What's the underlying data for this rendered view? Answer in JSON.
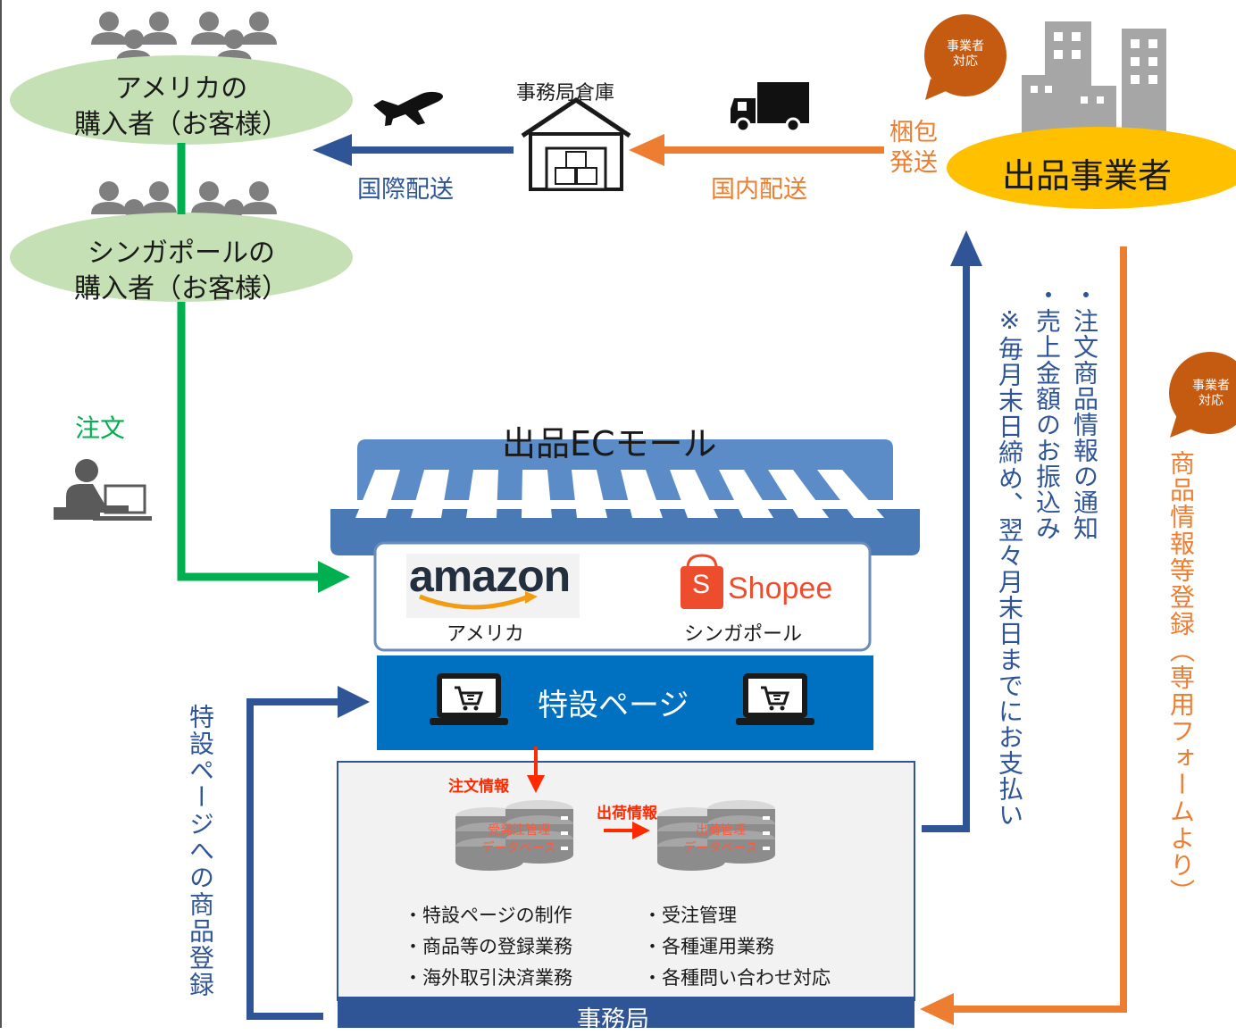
{
  "colors": {
    "orange": "#ed7d31",
    "blue": "#2f5597",
    "green": "#00b050",
    "red": "#ff2a00",
    "ellipse_green": "#c5e0b4",
    "gold": "#ffc000",
    "special_page_blue": "#0070c0",
    "office_bar_blue": "#2f5597",
    "bubble": "#c55a11",
    "icon_gray": "#7f7f7f"
  },
  "buyers": {
    "america": {
      "line1": "アメリカの",
      "line2": "購入者（お客様）"
    },
    "singapore": {
      "line1": "シンガポールの",
      "line2": "購入者（お客様）"
    }
  },
  "order_label": "注文",
  "warehouse": {
    "title": "事務局倉庫"
  },
  "shipping": {
    "international": "国際配送",
    "domestic": "国内配送",
    "pack_ship_1": "梱包",
    "pack_ship_2": "発送"
  },
  "seller": {
    "label": "出品事業者",
    "bubble_1": "事業者",
    "bubble_2": "対応"
  },
  "mall": {
    "title": "出品ECモール",
    "amazon_logo": "amazon",
    "amazon_region": "アメリカ",
    "shopee_logo": "Shopee",
    "shopee_s": "S",
    "shopee_region": "シンガポール"
  },
  "special_page": {
    "label": "特設ページ"
  },
  "office": {
    "order_info": "注文情報",
    "shipping_info": "出荷情報",
    "db1_line1": "受発注管理",
    "db1_line2": "データベース",
    "db2_line1": "出荷管理",
    "db2_line2": "データベース",
    "tasks_left": [
      "・特設ページの制作",
      "・商品等の登録業務",
      "・海外取引決済業務"
    ],
    "tasks_right": [
      "・受注管理",
      "・各種運用業務",
      "・各種問い合わせ対応"
    ],
    "label": "事務局"
  },
  "left_vertical": "特設ページへの商品登録",
  "payment": {
    "line1": "・注文商品情報の通知",
    "line2": "・売上金額のお振込み",
    "line3": "※毎月末日締め、翌々月末日までにお支払い"
  },
  "registration": {
    "text": "商品情報等登録（専用フォームより）",
    "bubble_1": "事業者",
    "bubble_2": "対応"
  },
  "icons": {
    "people": "people-group-icon",
    "airplane": "airplane-icon",
    "truck": "truck-icon",
    "warehouse": "warehouse-icon",
    "buildings": "office-buildings-icon",
    "user_pc": "user-at-computer-icon",
    "laptop_cart": "laptop-cart-icon",
    "database": "database-icon",
    "awning": "store-awning-icon"
  }
}
